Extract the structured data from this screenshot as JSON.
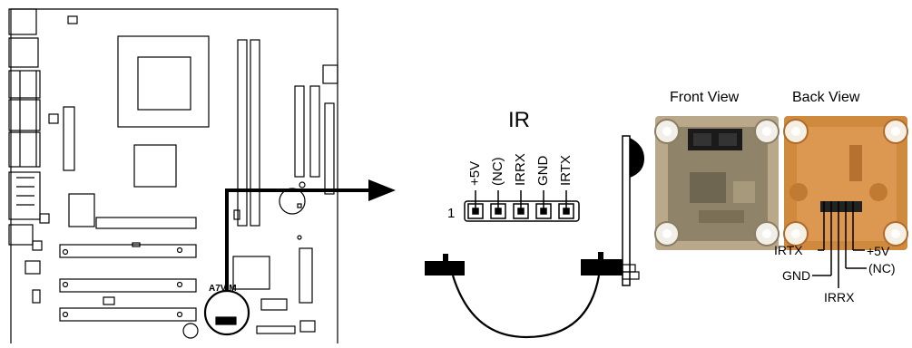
{
  "board": {
    "model": "A7V-M"
  },
  "connector": {
    "title": "IR",
    "pin_one_label": "1",
    "pins": [
      "+5V",
      "(NC)",
      "IRRX",
      "GND",
      "IRTX"
    ]
  },
  "views": {
    "front": "Front View",
    "back": "Back View"
  },
  "back_labels": {
    "irtx": "IRTX",
    "gnd": "GND",
    "irrx": "IRRX",
    "plus5v": "+5V",
    "nc": "(NC)"
  }
}
